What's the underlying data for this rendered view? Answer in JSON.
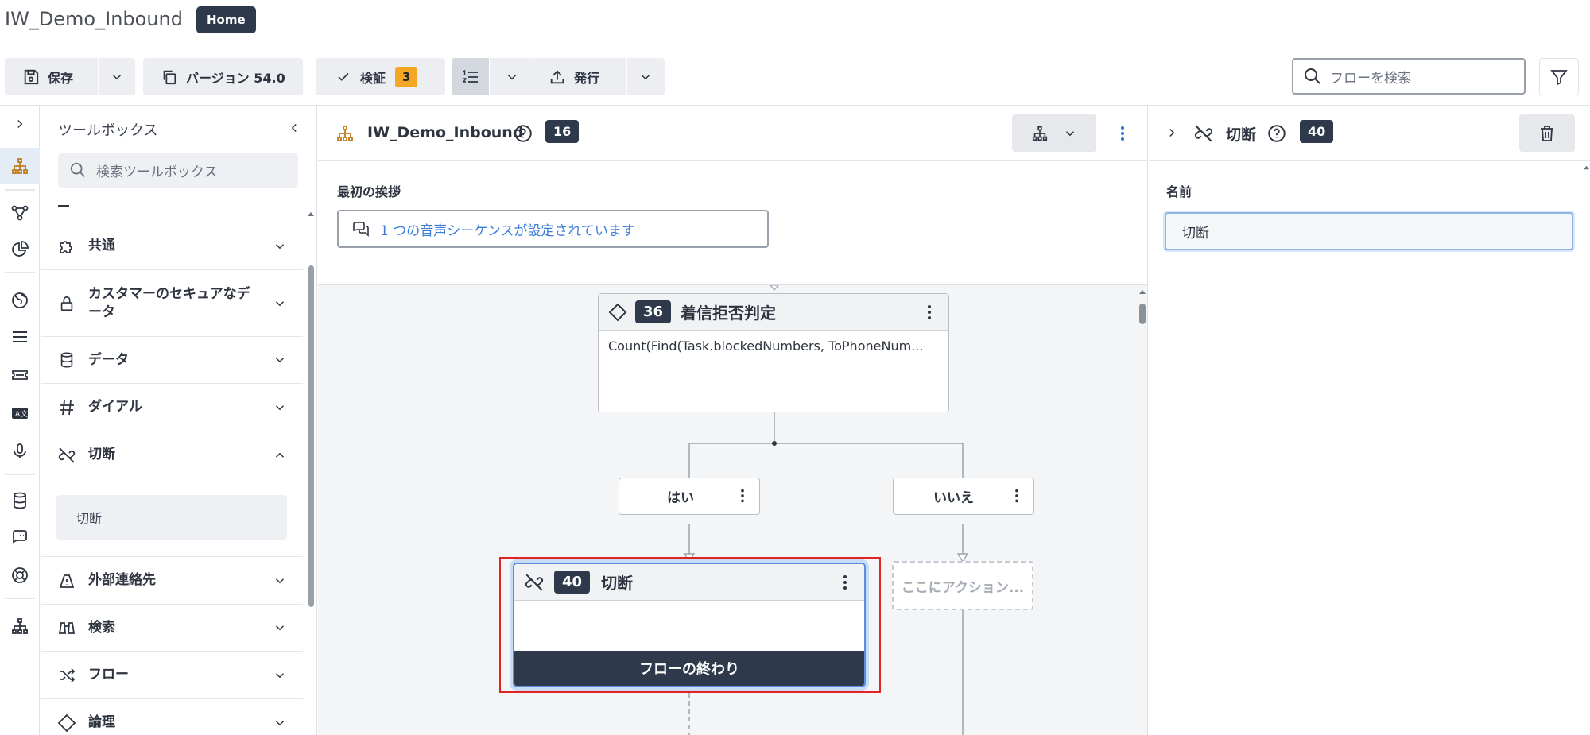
{
  "header": {
    "app_title": "IW_Demo_Inbound",
    "home_label": "Home"
  },
  "toolbar": {
    "save_label": "保存",
    "version_label": "バージョン 54.0",
    "validate_label": "検証",
    "validate_count": "3",
    "publish_label": "発行",
    "search_placeholder": "フローを検索"
  },
  "toolbox": {
    "title": "ツールボックス",
    "search_placeholder": "検索ツールボックス",
    "categories": [
      {
        "label": "共通",
        "icon": "puzzle-icon"
      },
      {
        "label": "カスタマーのセキュアなデータ",
        "icon": "lock-icon"
      },
      {
        "label": "データ",
        "icon": "database-icon"
      },
      {
        "label": "ダイアル",
        "icon": "hash-icon"
      },
      {
        "label": "切断",
        "icon": "disconnect-icon",
        "expanded": true
      },
      {
        "label": "外部連絡先",
        "icon": "contact-warning-icon"
      },
      {
        "label": "検索",
        "icon": "binoculars-icon"
      },
      {
        "label": "フロー",
        "icon": "shuffle-icon"
      },
      {
        "label": "論理",
        "icon": "diamond-icon"
      }
    ],
    "expanded_items": [
      "切断"
    ]
  },
  "canvas": {
    "flow_name": "IW_Demo_Inbound",
    "flow_count": "16",
    "greeting_label": "最初の挨拶",
    "greeting_value": "1 つの音声シーケンスが設定されています",
    "decision_node": {
      "number": "36",
      "title": "着信拒否判定",
      "expression": "Count(Find(Task.blockedNumbers, ToPhoneNum..."
    },
    "branch_yes": "はい",
    "branch_no": "いいえ",
    "disconnect_node": {
      "number": "40",
      "title": "切断",
      "footer": "フローの終わり"
    },
    "placeholder": "ここにアクション..."
  },
  "properties": {
    "title": "切断",
    "number": "40",
    "name_label": "名前",
    "name_value": "切断"
  },
  "colors": {
    "accent": "#2e3a4b",
    "warning": "#f5a623",
    "selection": "#e02424",
    "link": "#3b7dd8"
  }
}
